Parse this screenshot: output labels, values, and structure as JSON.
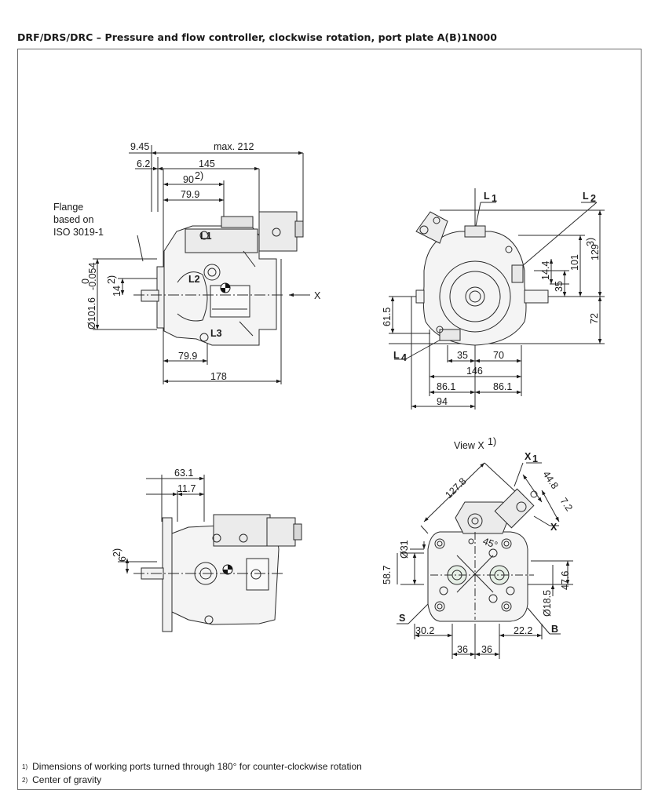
{
  "title": "DRF/DRS/DRC – Pressure and flow controller, clockwise rotation, port plate A(B)1N000",
  "side_view": {
    "dim_9_45": "9.45",
    "dim_max_212": "max. 212",
    "dim_6_2": "6.2",
    "dim_145": "145",
    "dim_90": "90",
    "dim_90_ref": "2)",
    "dim_79_9_top": "79.9",
    "flange_line1": "Flange",
    "flange_line2": "based on",
    "flange_line3": "ISO 3019-1",
    "dim_dia101_6": "Ø101.6",
    "tol_upper": "0",
    "tol_lower": "-0.054",
    "dim_14": "14",
    "dim_14_ref": "2)",
    "label_l1": "L1",
    "label_l2": "L2",
    "label_l3": "L3",
    "label_x": "X",
    "dim_79_9_bottom": "79.9",
    "dim_178": "178"
  },
  "front_view": {
    "label_l1_main": "L",
    "label_l1_sub": "1",
    "label_l2_main": "L",
    "label_l2_sub": "2",
    "label_l4_main": "L",
    "label_l4_sub": "4",
    "dim_129": "129",
    "dim_129_ref": "3)",
    "dim_101": "101",
    "dim_14_4": "14.4",
    "dim_35_v": "35",
    "dim_72": "72",
    "dim_61_5": "61.5",
    "dim_35_h": "35",
    "dim_70": "70",
    "dim_146": "146",
    "dim_86_1_left": "86.1",
    "dim_86_1_right": "86.1",
    "dim_94": "94"
  },
  "bottom_side_view": {
    "dim_63_1": "63.1",
    "dim_11_7": "11.7",
    "dim_6": "6",
    "dim_6_ref": "2)"
  },
  "view_x": {
    "title": "View X",
    "title_ref": "1)",
    "label_x1_main": "X",
    "label_x1_sub": "1",
    "dim_127_8": "127.8",
    "dim_44_8": "44.8",
    "dim_7_2": "7.2",
    "label_x": "X",
    "dim_45": "45°",
    "dim_dia31": "Ø31",
    "dim_58_7": "58.7",
    "dim_47_6": "47.6",
    "dim_dia18_5": "Ø18.5",
    "label_s": "S",
    "label_b": "B",
    "dim_30_2": "30.2",
    "dim_22_2": "22.2",
    "dim_36_left": "36",
    "dim_36_right": "36"
  },
  "footnotes": [
    {
      "num": "1)",
      "text": "Dimensions of working ports turned through 180° for counter-clockwise rotation"
    },
    {
      "num": "2)",
      "text": "Center of gravity"
    }
  ]
}
